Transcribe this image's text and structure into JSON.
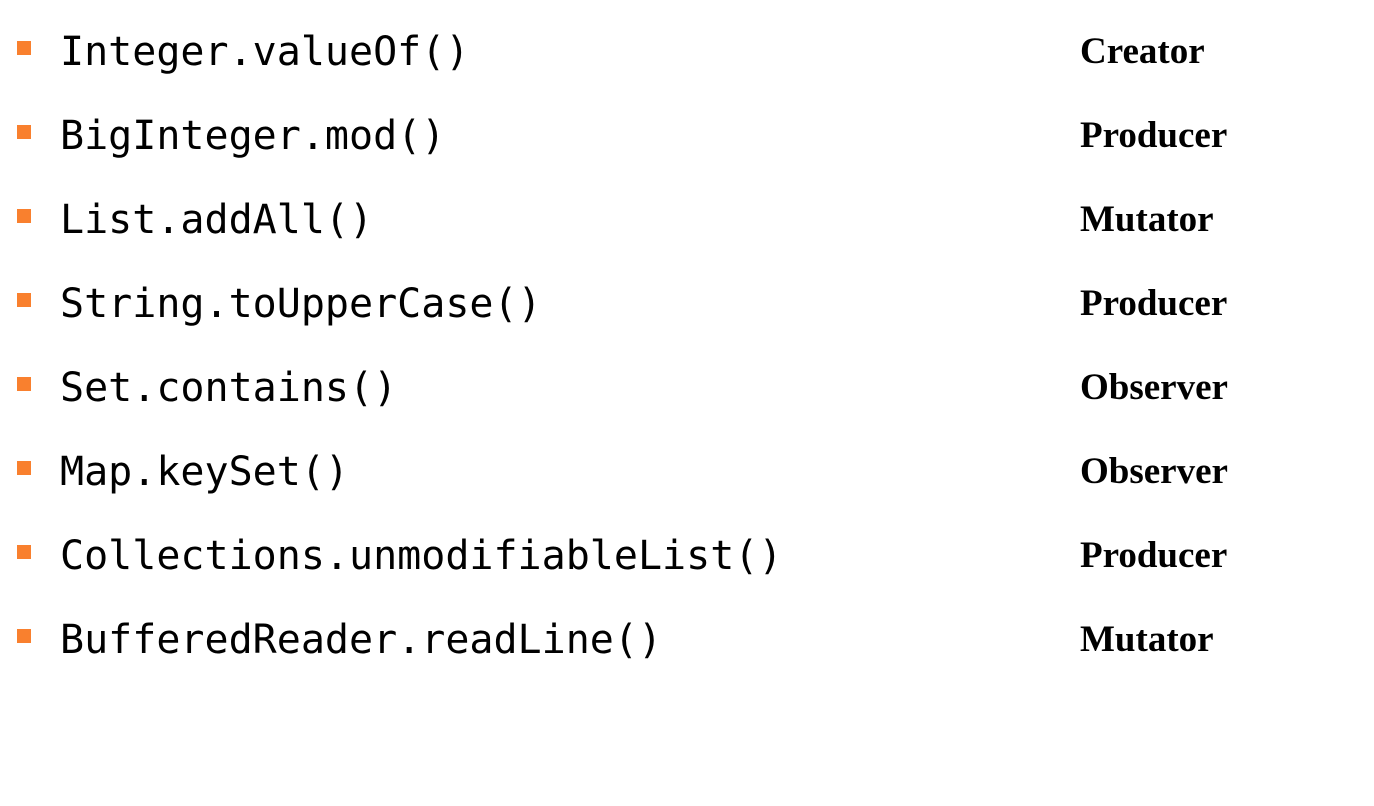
{
  "slide": {
    "background_color": "#ffffff",
    "bullet_color": "#F9802E",
    "text_color": "#000000",
    "bullet_icon": "orange-square-bullet"
  },
  "rows": [
    {
      "method": "Integer.valueOf()",
      "category": "Creator"
    },
    {
      "method": "BigInteger.mod()",
      "category": "Producer"
    },
    {
      "method": "List.addAll()",
      "category": "Mutator"
    },
    {
      "method": "String.toUpperCase()",
      "category": "Producer"
    },
    {
      "method": "Set.contains()",
      "category": "Observer"
    },
    {
      "method": "Map.keySet()",
      "category": "Observer"
    },
    {
      "method": "Collections.unmodifiableList()",
      "category": "Producer"
    },
    {
      "method": "BufferedReader.readLine()",
      "category": "Mutator"
    }
  ]
}
